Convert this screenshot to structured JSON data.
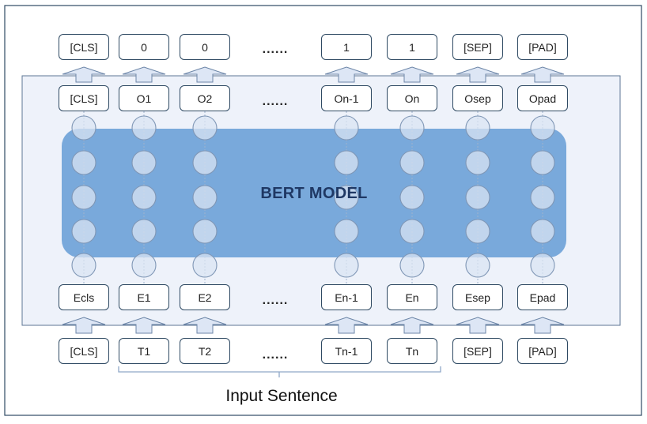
{
  "model_label": "BERT MODEL",
  "caption": "Input Sentence",
  "ellipsis": "......",
  "colors": {
    "outer_border": "#2f4a63",
    "model_panel": "#eef2fa",
    "model_block": "#6fa3d8",
    "node_fill": "#dae4f3",
    "node_stroke": "#7f96b5",
    "arrow_fill": "#dde6f5",
    "box_border": "#2f4a63",
    "label_text": "#1f3864"
  },
  "columns": [
    {
      "label": "[CLS]",
      "output": "[CLS]",
      "encoded": "[CLS]",
      "embedding": "Ecls",
      "input": "[CLS]"
    },
    {
      "label": "0",
      "output": "0",
      "encoded": "O1",
      "embedding": "E1",
      "input": "T1"
    },
    {
      "label": "0",
      "output": "0",
      "encoded": "O2",
      "embedding": "E2",
      "input": "T2"
    },
    {
      "label": "1",
      "output": "1",
      "encoded": "On-1",
      "embedding": "En-1",
      "input": "Tn-1"
    },
    {
      "label": "1",
      "output": "1",
      "encoded": "On",
      "embedding": "En",
      "input": "Tn"
    },
    {
      "label": "[SEP]",
      "output": "[SEP]",
      "encoded": "Osep",
      "embedding": "Esep",
      "input": "[SEP]"
    },
    {
      "label": "[PAD]",
      "output": "[PAD]",
      "encoded": "Opad",
      "embedding": "Epad",
      "input": "[PAD]"
    }
  ]
}
